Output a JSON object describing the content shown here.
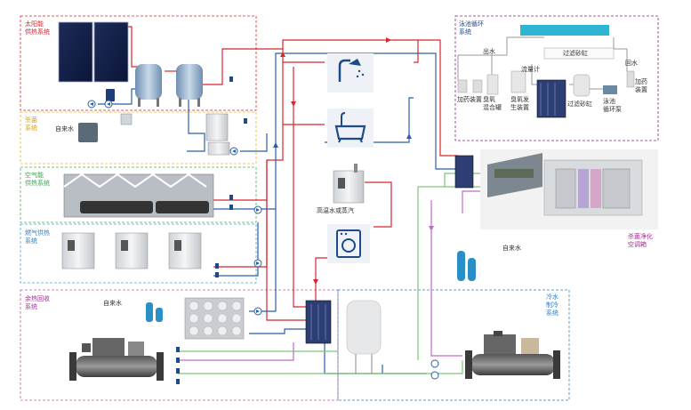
{
  "systems": {
    "solar": "太阳能\n供热系统",
    "sterilize": "杀菌\n系统",
    "air_energy": "空气能\n供热系统",
    "gas": "燃气供热\n系统",
    "heat_recovery": "余热回收\n系统",
    "chiller": "冷水\n制冷\n系统",
    "pool": "泳池循环\n系统",
    "ahu": "杀菌净化\n空调箱"
  },
  "labels": {
    "tap_water_1": "自来水",
    "tap_water_2": "自来水",
    "tap_water_3": "自来水",
    "hot_water_steam": "高温水或蒸汽",
    "outlet": "出水",
    "return": "回水",
    "sand_filter_top": "过滤砂缸",
    "sand_filter_mid": "过滤砂缸",
    "flow_meter": "流量计",
    "dosing_1": "加药装置",
    "dosing_2": "加药\n装置",
    "ozone_mix": "臭氧\n混合罐",
    "ozone_gen": "臭氧发\n生装置",
    "pool_pump": "泳池\n循环泵"
  },
  "colors": {
    "hot": "#d9262e",
    "cold": "#2b5ea8",
    "green": "#7cc576",
    "purple": "#c06cc7",
    "solar_border": "#d9262e",
    "sterilize_border": "#e8b92a",
    "air_border": "#4caf50",
    "gas_border": "#4aa3df",
    "recovery_border": "#c55aa6",
    "chiller_border": "#2f7fc4",
    "pool_border": "#8a2a7a"
  },
  "icons": [
    "shower-icon",
    "bathtub-icon",
    "washing-machine-icon"
  ]
}
